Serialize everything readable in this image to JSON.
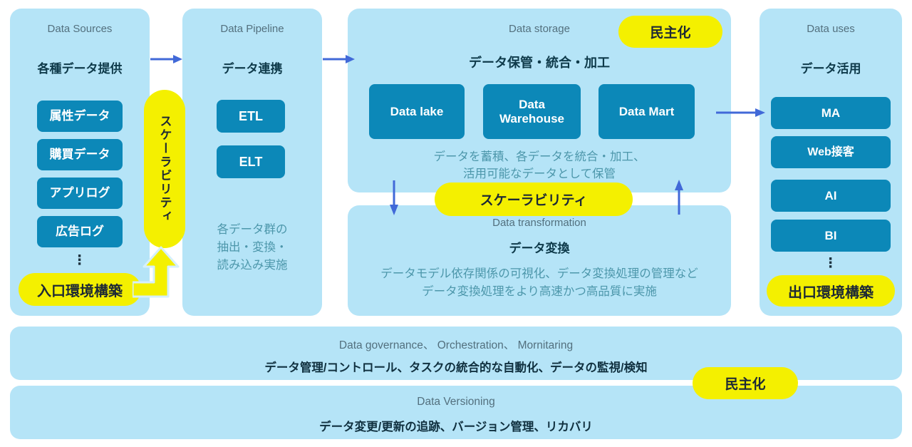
{
  "colors": {
    "panel_blue": "#b5e4f7",
    "box_blue": "#0c88b8",
    "highlight_yellow": "#f4f000",
    "arrow_blue": "#4169d8",
    "heading_gray": "#53707e",
    "heading_dark": "#0e3a4a",
    "description_teal": "#4d97ab"
  },
  "columns": {
    "sources": {
      "title_en": "Data Sources",
      "title_ja": "各種データ提供",
      "items": [
        "属性データ",
        "購買データ",
        "アプリログ",
        "広告ログ"
      ],
      "ellipsis": "⋮",
      "pill": "入口環境構築"
    },
    "pipeline": {
      "title_en": "Data Pipeline",
      "title_ja": "データ連携",
      "items": [
        "ETL",
        "ELT"
      ],
      "description": [
        "各データ群の",
        "抽出・変換・",
        "読み込み実施"
      ]
    },
    "storage": {
      "title_en": "Data storage",
      "title_ja": "データ保管・統合・加工",
      "badge": "民主化",
      "items": [
        "Data lake",
        "Data Warehouse",
        "Data Mart"
      ],
      "description": [
        "データを蓄積、各データを統合・加工、",
        "活用可能なデータとして保管"
      ]
    },
    "transformation": {
      "title_en": "Data transformation",
      "title_ja": "データ変換",
      "description": [
        "データモデル依存関係の可視化、データ変換処理の管理など",
        "データ変換処理をより高速かつ高品質に実施"
      ]
    },
    "uses": {
      "title_en": "Data uses",
      "title_ja": "データ活用",
      "items": [
        "MA",
        "Web接客",
        "AI",
        "BI"
      ],
      "ellipsis": "⋮",
      "pill": "出口環境構築"
    }
  },
  "pills": {
    "scalability_vertical": "スケーラビリティ",
    "scalability_horizontal": "スケーラビリティ",
    "democratization_top": "民主化",
    "democratization_bottom": "民主化"
  },
  "bars": {
    "governance": {
      "title_en": "Data governance、 Orchestration、 Mornitaring",
      "title_ja": "データ管理/コントロール、タスクの統合的な自動化、データの監視/検知"
    },
    "versioning": {
      "title_en": "Data Versioning",
      "title_ja": "データ変更/更新の追跡、バージョン管理、リカバリ"
    }
  }
}
